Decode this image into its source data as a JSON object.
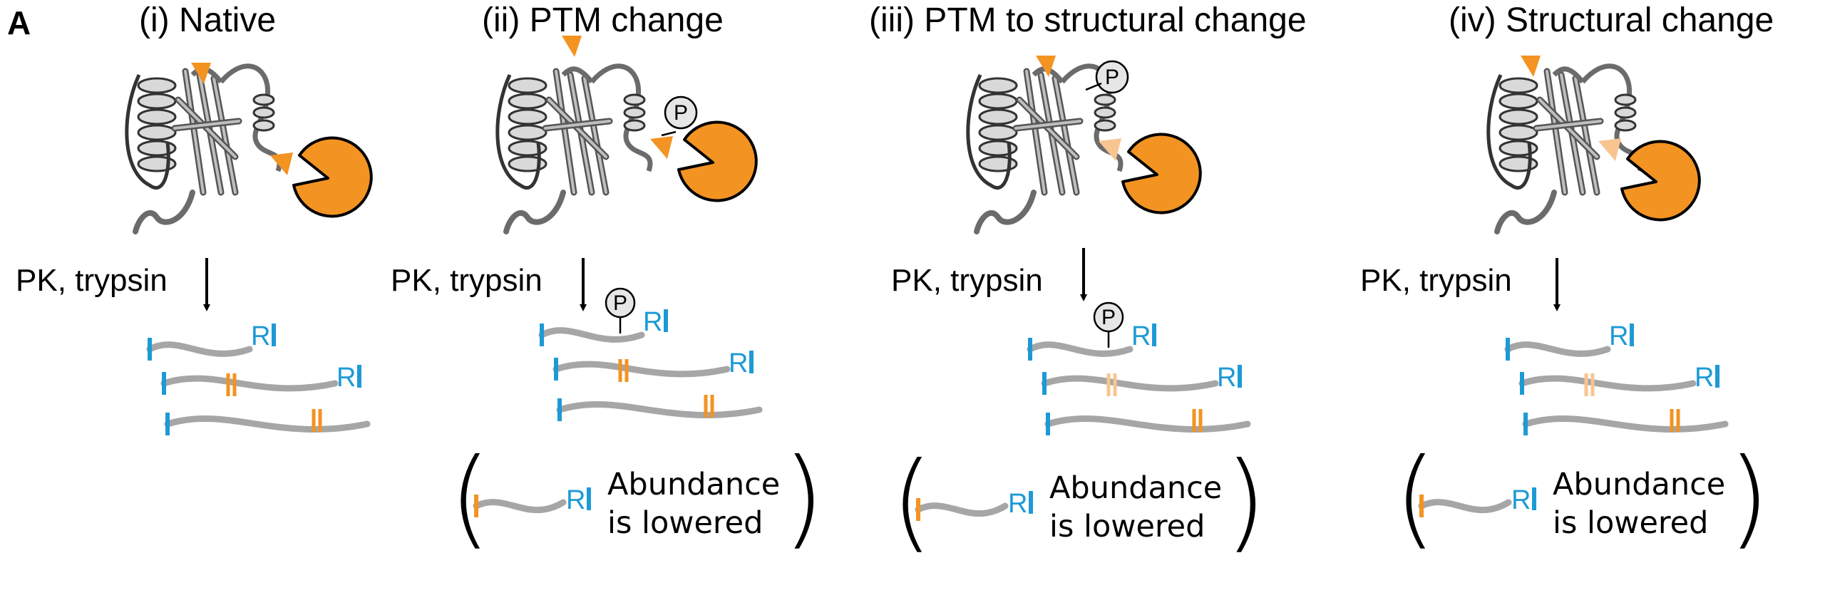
{
  "figure": {
    "panel_label": "A",
    "colors": {
      "protease": "#f39322",
      "protease_faded": "#f8c590",
      "tryptic_cut": "#1d9ad6",
      "peptide": "#a6a6a6",
      "protein": "#6b6b6b",
      "phospho_fill": "#e6e6e6"
    },
    "digest_label": "PK, trypsin",
    "phospho_symbol": "P",
    "tryptic_end_symbol": "R",
    "abundance_note_line1": "Abundance",
    "abundance_note_line2": "is lowered",
    "panels": [
      {
        "title": "(i) Native",
        "phosphorylated": false,
        "cut_site_accessible": true,
        "abundance_lowered": false
      },
      {
        "title": "(ii) PTM change",
        "phosphorylated": true,
        "cut_site_accessible": true,
        "abundance_lowered": true
      },
      {
        "title": "(iii) PTM to structural change",
        "phosphorylated": true,
        "cut_site_accessible": false,
        "abundance_lowered": true
      },
      {
        "title": "(iv) Structural change",
        "phosphorylated": false,
        "cut_site_accessible": false,
        "abundance_lowered": true
      }
    ]
  }
}
